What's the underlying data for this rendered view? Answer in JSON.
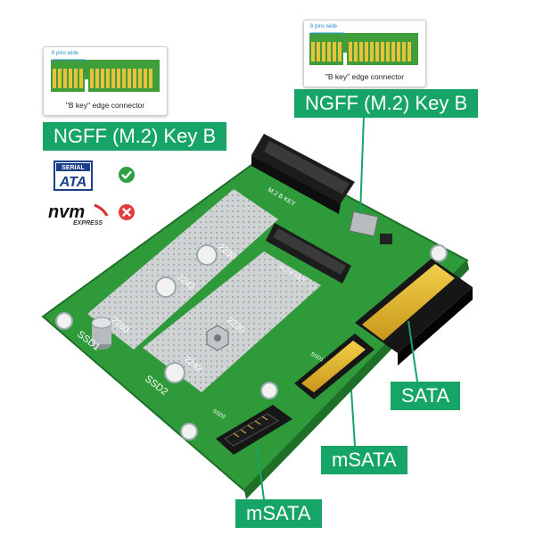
{
  "labels": {
    "ngff_left": "NGFF (M.2) Key B",
    "ngff_right": "NGFF (M.2) Key B",
    "sata": "SATA",
    "msata_mid": "mSATA",
    "msata_bottom": "mSATA"
  },
  "insets": {
    "left": {
      "pins_label": "6 pins wide",
      "caption": "\"B key\"  edge connector"
    },
    "right": {
      "pins_label": "6 pins wide",
      "caption": "\"B key\"  edge connector"
    }
  },
  "compat": {
    "serial_ata": {
      "top": "SERIAL",
      "main": "ATA",
      "status": "supported",
      "status_icon": "check-circle-icon"
    },
    "nvme": {
      "main": "nvm",
      "sub": "EXPRESS",
      "status": "not-supported",
      "status_icon": "cross-circle-icon"
    }
  },
  "board_marks": {
    "size_2230_a": "2230",
    "size_2242_a": "2242",
    "size_2260": "2260",
    "size_2230_b": "2230",
    "size_2242_b": "2242",
    "ssd1": "SSD1",
    "ssd2": "SSD2",
    "m2_key_a": "M.2 B KEY",
    "m2_key_b": "M.2 B KEY",
    "ssd1_small": "SSD1",
    "ssd2_small": "SSD2"
  },
  "colors": {
    "board_green": "#2f9a3a",
    "label_green": "#17a567",
    "gold": "#e8b923",
    "check": "#2ea043",
    "cross": "#e23d3d"
  }
}
